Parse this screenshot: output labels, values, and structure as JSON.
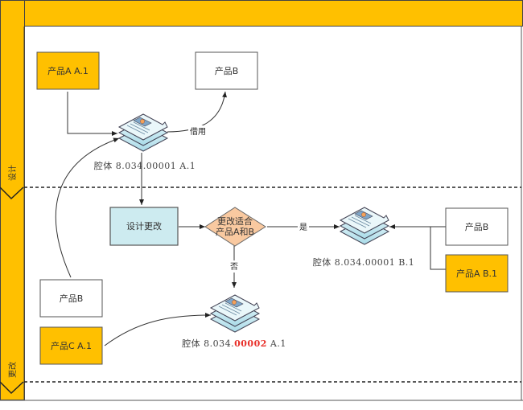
{
  "colors": {
    "lane_header": "#FFC000",
    "product_fill": "#FFC000",
    "change_box_fill": "#CDEBF0",
    "decision_fill": "#F9C9A0",
    "highlight_red": "#E8302A",
    "border": "#555555"
  },
  "lanes": [
    {
      "label": "设计"
    },
    {
      "label": "更改"
    }
  ],
  "nodes": {
    "product_a_a1": {
      "label": "产品A A.1"
    },
    "product_b_top": {
      "label": "产品B"
    },
    "doc_top": {
      "label": "腔体 8.034.00001 A.1",
      "icon": "document-stack-icon"
    },
    "design_change": {
      "label": "设计更改"
    },
    "decision": {
      "label_line1": "更改适合",
      "label_line2": "产品A和B"
    },
    "doc_right": {
      "label": "腔体 8.034.00001 B.1",
      "icon": "document-stack-icon"
    },
    "product_b_right": {
      "label": "产品B"
    },
    "product_a_b1": {
      "label": "产品A B.1"
    },
    "product_b_left": {
      "label": "产品B"
    },
    "product_c_a1": {
      "label": "产品C A.1"
    },
    "doc_bottom": {
      "label_prefix": "腔体 8.034.",
      "label_highlight": "00002",
      "label_suffix": " A.1",
      "icon": "document-stack-icon"
    }
  },
  "edges": {
    "borrow": {
      "label": "借用"
    },
    "yes": {
      "label": "是"
    },
    "no": {
      "label": "否"
    }
  }
}
